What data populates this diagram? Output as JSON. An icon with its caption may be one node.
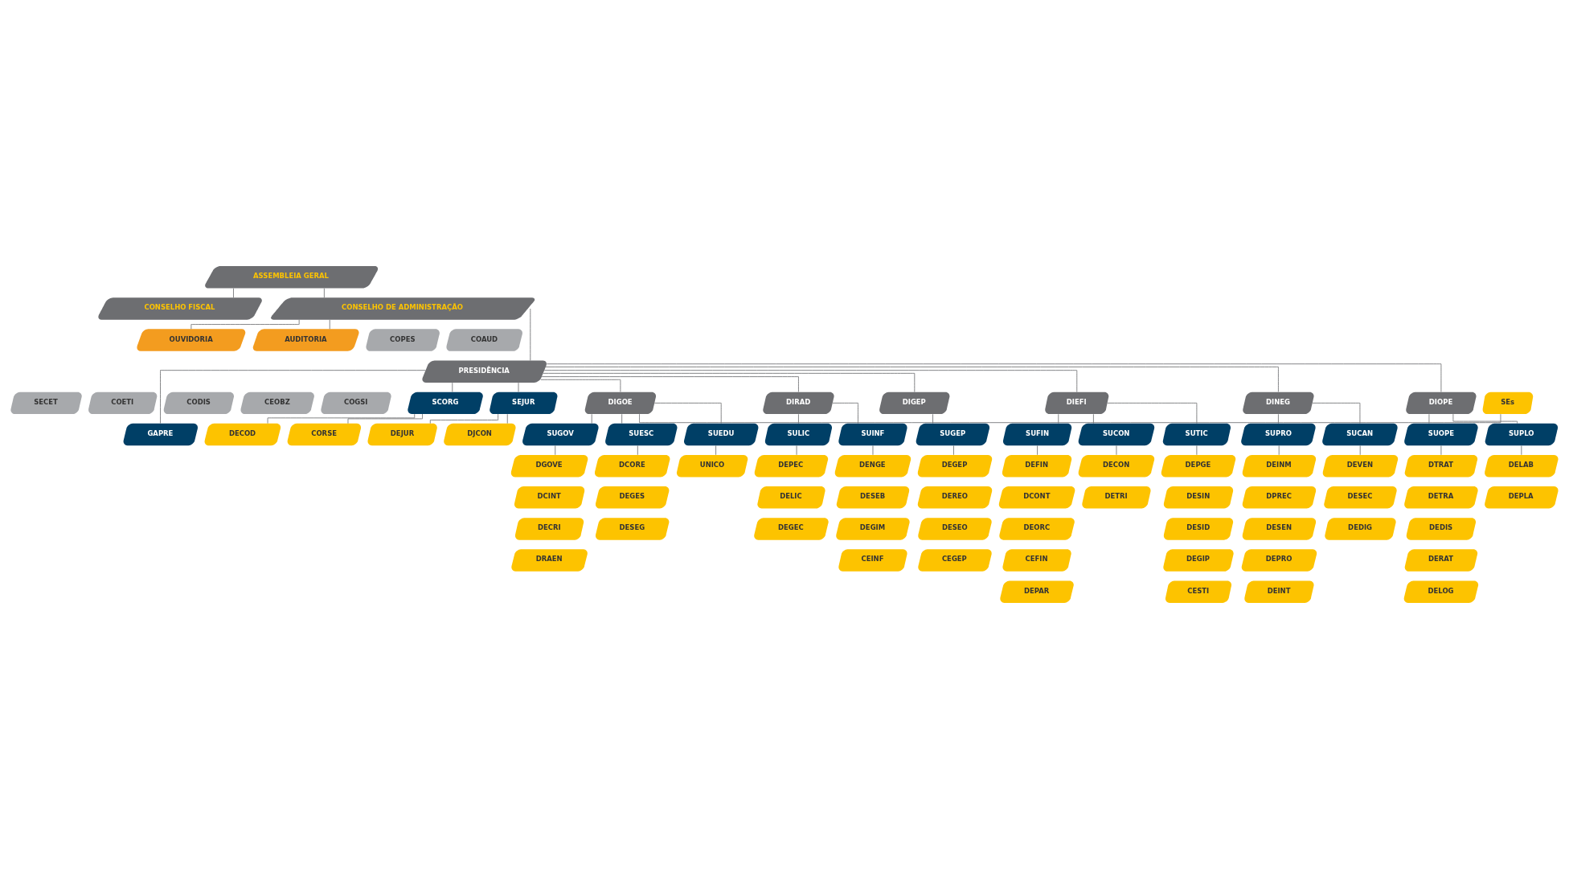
{
  "diagram": {
    "nodes": [
      {
        "text": [
          "ASSEMBLEIA GERAL"
        ]
      },
      {
        "text": [
          "CONSELHO FISCAL"
        ]
      },
      {
        "text": [
          "CONSELHO DE ADMINISTRAÇÃO"
        ]
      },
      {
        "text": [
          "OUVIDORIA"
        ]
      },
      {
        "text": [
          "AUDITORIA"
        ]
      },
      {
        "text": [
          "COPES"
        ]
      },
      {
        "text": [
          "COAUD"
        ]
      },
      {
        "text": [
          "PRESIDÊNCIA"
        ]
      },
      {
        "text": [
          "SECET"
        ]
      },
      {
        "text": [
          "COETI"
        ]
      },
      {
        "text": [
          "CODIS"
        ]
      },
      {
        "text": [
          "CEOBZ"
        ]
      },
      {
        "text": [
          "COGSI"
        ]
      },
      {
        "text": [
          "GAPRE"
        ]
      },
      {
        "text": [
          "SCORG"
        ]
      },
      {
        "text": [
          "SEJUR"
        ]
      },
      {
        "text": [
          "DECOD"
        ]
      },
      {
        "text": [
          "CORSE"
        ]
      },
      {
        "text": [
          "DEJUR"
        ]
      },
      {
        "text": [
          "DJCON"
        ]
      },
      {
        "text": [
          "SEs"
        ]
      },
      {
        "text": [
          "DIGOE"
        ]
      },
      {
        "text": [
          "DIRAD"
        ]
      },
      {
        "text": [
          "DIGEP"
        ]
      },
      {
        "text": [
          "DIEFI"
        ]
      },
      {
        "text": [
          "DINEG"
        ]
      },
      {
        "text": [
          "DIOPE"
        ]
      },
      {
        "text": [
          "SUGOV"
        ]
      },
      {
        "text": [
          "SUESC"
        ]
      },
      {
        "text": [
          "SUEDU"
        ]
      },
      {
        "text": [
          "SULIC"
        ]
      },
      {
        "text": [
          "SUINF"
        ]
      },
      {
        "text": [
          "SUGEP"
        ]
      },
      {
        "text": [
          "SUFIN"
        ]
      },
      {
        "text": [
          "SUCON"
        ]
      },
      {
        "text": [
          "SUTIC"
        ]
      },
      {
        "text": [
          "SUPRO"
        ]
      },
      {
        "text": [
          "SUCAN"
        ]
      },
      {
        "text": [
          "SUOPE"
        ]
      },
      {
        "text": [
          "SUPLO"
        ]
      },
      {
        "text": [
          "DGOVE"
        ]
      },
      {
        "text": [
          "DCINT"
        ]
      },
      {
        "text": [
          "DECRI"
        ]
      },
      {
        "text": [
          "DRAEN"
        ]
      },
      {
        "text": [
          "DCORE"
        ]
      },
      {
        "text": [
          "DEGES"
        ]
      },
      {
        "text": [
          "DESEG"
        ]
      },
      {
        "text": [
          "UNICO"
        ]
      },
      {
        "text": [
          "DEPEC"
        ]
      },
      {
        "text": [
          "DELIC"
        ]
      },
      {
        "text": [
          "DEGEC"
        ]
      },
      {
        "text": [
          "DENGE"
        ]
      },
      {
        "text": [
          "DESEB"
        ]
      },
      {
        "text": [
          "DEGIM"
        ]
      },
      {
        "text": [
          "CEINF"
        ]
      },
      {
        "text": [
          "DEGEP"
        ]
      },
      {
        "text": [
          "DEREO"
        ]
      },
      {
        "text": [
          "DESEO"
        ]
      },
      {
        "text": [
          "CEGEP"
        ]
      },
      {
        "text": [
          "DEFIN"
        ]
      },
      {
        "text": [
          "DCONT"
        ]
      },
      {
        "text": [
          "DEORC"
        ]
      },
      {
        "text": [
          "CEFIN"
        ]
      },
      {
        "text": [
          "DEPAR"
        ]
      },
      {
        "text": [
          "DECON"
        ]
      },
      {
        "text": [
          "DETRI"
        ]
      },
      {
        "text": [
          "DEPGE"
        ]
      },
      {
        "text": [
          "DESIN"
        ]
      },
      {
        "text": [
          "DESID"
        ]
      },
      {
        "text": [
          "DEGIP"
        ]
      },
      {
        "text": [
          "CESTI"
        ]
      },
      {
        "text": [
          "DEINM"
        ]
      },
      {
        "text": [
          "DPREC"
        ]
      },
      {
        "text": [
          "DESEN"
        ]
      },
      {
        "text": [
          "DEPRO"
        ]
      },
      {
        "text": [
          "DEINT"
        ]
      },
      {
        "text": [
          "DEVEN"
        ]
      },
      {
        "text": [
          "DESEC"
        ]
      },
      {
        "text": [
          "DEDIG"
        ]
      },
      {
        "text": [
          "DTRAT"
        ]
      },
      {
        "text": [
          "DETRA"
        ]
      },
      {
        "text": [
          "DEDIS"
        ]
      },
      {
        "text": [
          "DERAT"
        ]
      },
      {
        "text": [
          "DELOG"
        ]
      },
      {
        "text": [
          "DELAB"
        ]
      },
      {
        "text": [
          "DEPLA"
        ]
      }
    ],
    "edges": [
      {
        "from": 0,
        "to": 1,
        "arrow": "none"
      },
      {
        "from": 0,
        "to": 2,
        "arrow": "none"
      },
      {
        "from": 2,
        "to": 3,
        "arrow": "none"
      },
      {
        "from": 2,
        "to": 4,
        "arrow": "none"
      },
      {
        "from": 2,
        "to": 7,
        "arrow": "none"
      },
      {
        "from": 7,
        "to": 13,
        "arrow": "none"
      },
      {
        "from": 7,
        "to": 14,
        "arrow": "none"
      },
      {
        "from": 7,
        "to": 15,
        "arrow": "none"
      },
      {
        "from": 14,
        "to": 16,
        "arrow": "none"
      },
      {
        "from": 14,
        "to": 17,
        "arrow": "none"
      },
      {
        "from": 15,
        "to": 18,
        "arrow": "none"
      },
      {
        "from": 15,
        "to": 19,
        "arrow": "none"
      },
      {
        "from": 20,
        "to": 21,
        "arrow": "none"
      },
      {
        "from": 7,
        "to": 21,
        "arrow": "none"
      },
      {
        "from": 7,
        "to": 22,
        "arrow": "none"
      },
      {
        "from": 7,
        "to": 23,
        "arrow": "none"
      },
      {
        "from": 7,
        "to": 24,
        "arrow": "none"
      },
      {
        "from": 7,
        "to": 25,
        "arrow": "none"
      },
      {
        "from": 7,
        "to": 26,
        "arrow": "none"
      },
      {
        "from": 21,
        "to": 27,
        "arrow": "none"
      },
      {
        "from": 21,
        "to": 28,
        "arrow": "none"
      },
      {
        "from": 21,
        "to": 29,
        "arrow": "none"
      },
      {
        "from": 22,
        "to": 30,
        "arrow": "none"
      },
      {
        "from": 22,
        "to": 31,
        "arrow": "none"
      },
      {
        "from": 23,
        "to": 32,
        "arrow": "none"
      },
      {
        "from": 24,
        "to": 33,
        "arrow": "none"
      },
      {
        "from": 24,
        "to": 34,
        "arrow": "none"
      },
      {
        "from": 24,
        "to": 35,
        "arrow": "none"
      },
      {
        "from": 25,
        "to": 36,
        "arrow": "none"
      },
      {
        "from": 25,
        "to": 37,
        "arrow": "none"
      },
      {
        "from": 26,
        "to": 38,
        "arrow": "none"
      },
      {
        "from": 26,
        "to": 39,
        "arrow": "none"
      },
      {
        "from": 27,
        "to": 40,
        "arrow": "none"
      },
      {
        "from": 28,
        "to": 44,
        "arrow": "none"
      },
      {
        "from": 29,
        "to": 47,
        "arrow": "none"
      },
      {
        "from": 30,
        "to": 48,
        "arrow": "none"
      },
      {
        "from": 31,
        "to": 51,
        "arrow": "none"
      },
      {
        "from": 32,
        "to": 55,
        "arrow": "none"
      },
      {
        "from": 33,
        "to": 59,
        "arrow": "none"
      },
      {
        "from": 34,
        "to": 64,
        "arrow": "none"
      },
      {
        "from": 35,
        "to": 66,
        "arrow": "none"
      },
      {
        "from": 36,
        "to": 71,
        "arrow": "none"
      },
      {
        "from": 37,
        "to": 76,
        "arrow": "none"
      },
      {
        "from": 38,
        "to": 79,
        "arrow": "none"
      },
      {
        "from": 39,
        "to": 84,
        "arrow": "none"
      }
    ]
  }
}
